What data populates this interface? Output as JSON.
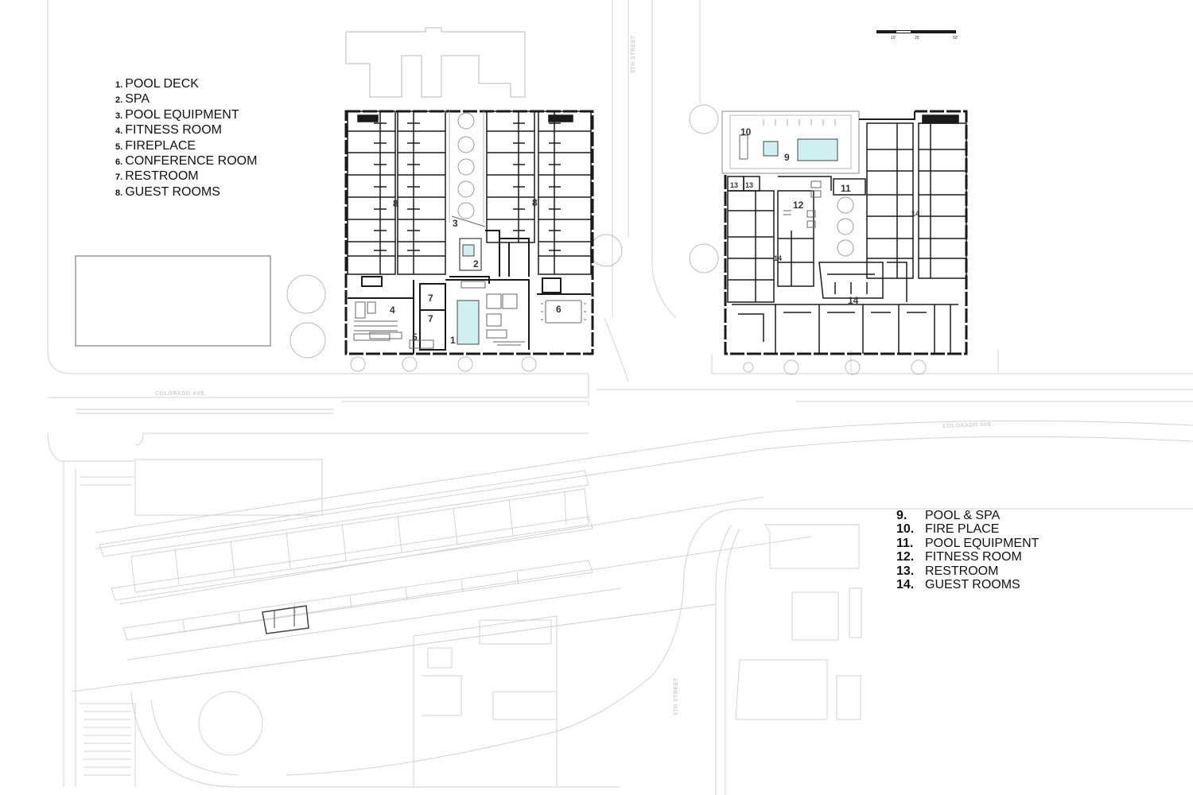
{
  "legend_left": [
    {
      "num": "1.",
      "label": "POOL DECK"
    },
    {
      "num": "2.",
      "label": "SPA"
    },
    {
      "num": "3.",
      "label": "POOL EQUIPMENT"
    },
    {
      "num": "4.",
      "label": "FITNESS ROOM"
    },
    {
      "num": "5.",
      "label": "FIREPLACE"
    },
    {
      "num": "6.",
      "label": "CONFERENCE ROOM"
    },
    {
      "num": "7.",
      "label": "RESTROOM"
    },
    {
      "num": "8.",
      "label": "GUEST ROOMS"
    }
  ],
  "legend_right": [
    {
      "num": "9.",
      "label": "POOL & SPA"
    },
    {
      "num": "10.",
      "label": "FIRE PLACE"
    },
    {
      "num": "11.",
      "label": "POOL EQUIPMENT"
    },
    {
      "num": "12.",
      "label": "FITNESS ROOM"
    },
    {
      "num": "13.",
      "label": "RESTROOM"
    },
    {
      "num": "14.",
      "label": "GUEST ROOMS"
    }
  ],
  "streets": {
    "colorado_left": "COLORADO AVE.",
    "colorado_right": "COLORADO AVE.",
    "fifth_top": "5TH STREET",
    "fifth_bottom": "5TH STREET"
  },
  "scale_bar": {
    "tick_a": "10'",
    "tick_b": "25'",
    "tick_c": "50'"
  },
  "room_numbers": {
    "r1": "1",
    "r2": "2",
    "r3": "3",
    "r4": "4",
    "r5": "5",
    "r6": "6",
    "r7a": "7",
    "r7b": "7",
    "r8a": "8",
    "r8b": "8",
    "r9": "9",
    "r10": "10",
    "r11": "11",
    "r12": "12",
    "r13a": "13",
    "r13b": "13",
    "r14a": "14",
    "r14b": "14",
    "r14c": "14"
  },
  "colors": {
    "wall": "#1a1a1a",
    "context": "#c8c8c8",
    "pool": "#cfeff0"
  }
}
